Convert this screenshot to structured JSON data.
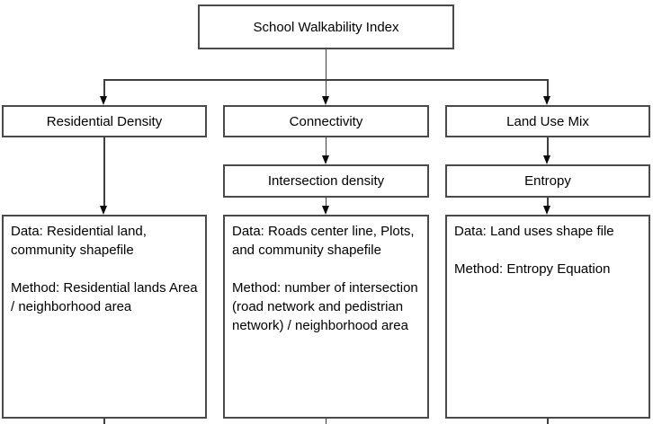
{
  "diagram": {
    "title_node": {
      "label": "School Walkability Index"
    },
    "level2": [
      {
        "label": "Residential Density"
      },
      {
        "label": "Connectivity"
      },
      {
        "label": "Land Use Mix"
      }
    ],
    "level3": [
      {
        "label": "Intersection density"
      },
      {
        "label": "Entropy"
      }
    ],
    "details": [
      {
        "data": "Data: Residential land, community shapefile",
        "method": "Method: Residential lands Area / neighborhood area"
      },
      {
        "data": "Data: Roads center line, Plots, and community shapefile",
        "method": "Method: number of intersection (road network and pedistrian network) / neighborhood area"
      },
      {
        "data": "Data: Land uses shape file",
        "method": "Method: Entropy Equation"
      }
    ],
    "colors": {
      "stroke": "#4a4a4a",
      "fill": "#ffffff",
      "text": "#000000"
    }
  }
}
